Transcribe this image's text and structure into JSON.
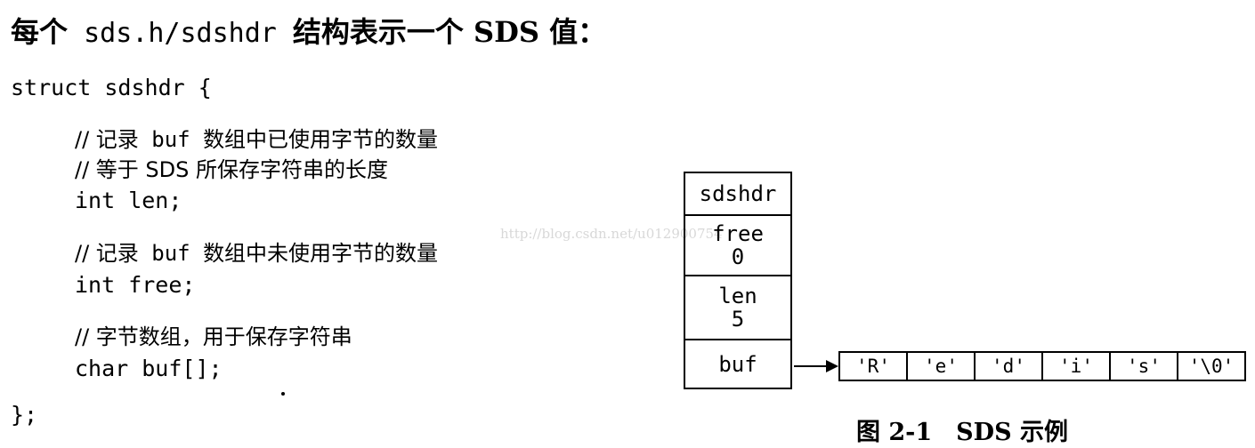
{
  "heading": {
    "prefix": "每个",
    "code": " sds.h/sdshdr ",
    "suffix": "结构表示一个 SDS 值："
  },
  "code": {
    "struct_open": "struct sdshdr {",
    "comment1_line1_pre": "// 记录",
    "comment1_line1_code": " buf ",
    "comment1_line1_post": "数组中已使用字节的数量",
    "comment1_line2": "// 等于 SDS 所保存字符串的长度",
    "len_decl": "int len;",
    "comment2_pre": "// 记录",
    "comment2_code": " buf ",
    "comment2_post": "数组中未使用字节的数量",
    "free_decl": "int free;",
    "comment3": "// 字节数组，用于保存字符串",
    "buf_decl": "char buf[];",
    "struct_close": "};"
  },
  "diagram": {
    "struct_name": "sdshdr",
    "free_label": "free",
    "free_value": "0",
    "len_label": "len",
    "len_value": "5",
    "buf_label": "buf",
    "buf_cells": [
      "'R'",
      "'e'",
      "'d'",
      "'i'",
      "'s'",
      "'\\0'"
    ]
  },
  "caption": "图 2-1　SDS 示例",
  "watermark": "http://blog.csdn.net/u012900754"
}
